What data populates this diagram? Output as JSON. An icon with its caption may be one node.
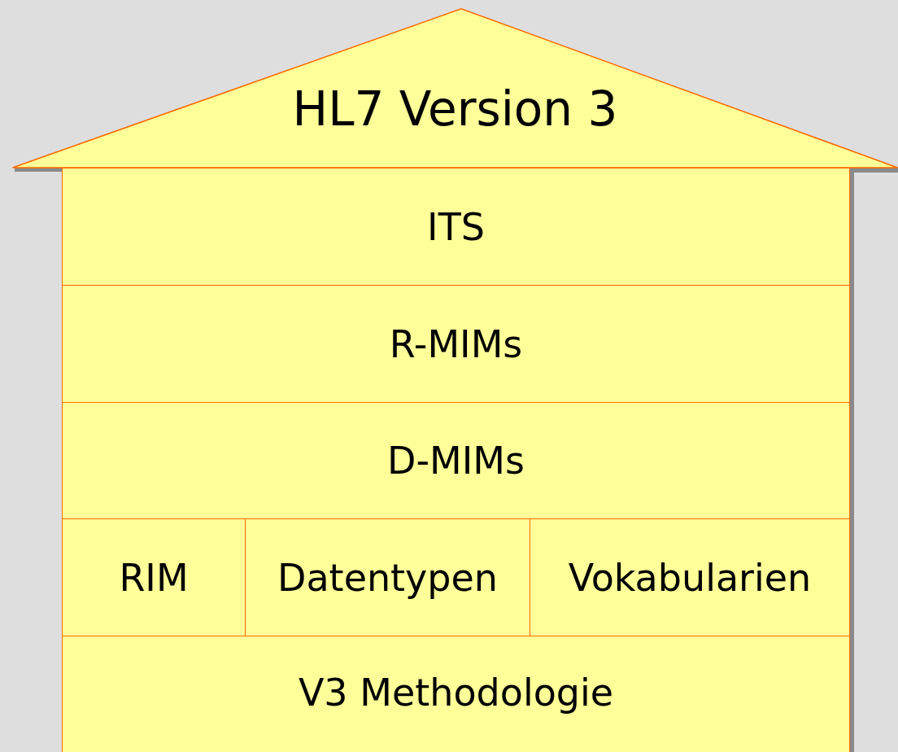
{
  "diagram": {
    "nodes": [
      {
        "text": [
          "HL7 Version 3"
        ]
      },
      {
        "text": [
          "ITS"
        ]
      },
      {
        "text": [
          "R-MIMs"
        ]
      },
      {
        "text": [
          "D-MIMs"
        ]
      },
      {
        "text": [
          "RIM"
        ]
      },
      {
        "text": [
          "Datentypen"
        ]
      },
      {
        "text": [
          "Vokabularien"
        ]
      },
      {
        "text": [
          "V3 Methodologie"
        ]
      }
    ]
  }
}
